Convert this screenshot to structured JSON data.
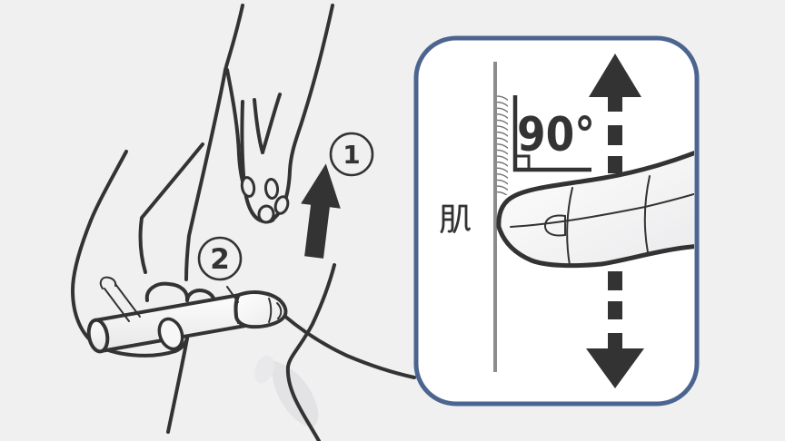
{
  "colors": {
    "background": "#f0f0f0",
    "line": "#333333",
    "inset_border": "#4c6590",
    "inset_background": "#ffffff",
    "skin_line": "#8c8c8c",
    "shading": "#e3e3e5"
  },
  "main_illustration": {
    "step1_label": "1",
    "step2_label": "2",
    "step1_icon": "up-arrow",
    "step2_icon": "leader-line"
  },
  "inset": {
    "skin_label": "肌",
    "angle_label": "90°",
    "up_icon": "dashed-up-arrow",
    "down_icon": "dashed-down-arrow"
  }
}
